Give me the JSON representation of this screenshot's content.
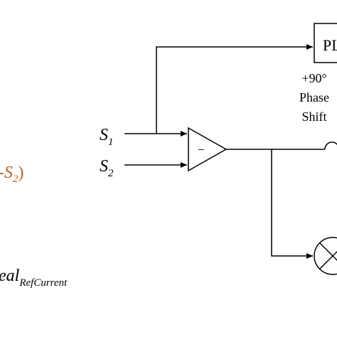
{
  "left_text": {
    "expr_tail": "-S",
    "expr_sub": "2",
    "expr_close": ")",
    "ideal_main": "eal",
    "ideal_sub": "RefCurrent"
  },
  "inputs": {
    "s1_main": "S",
    "s1_sub": "1",
    "s2_main": "S",
    "s2_sub": "2"
  },
  "blocks": {
    "comparator_sign": "−",
    "pll_label": "PL",
    "phase_shift_line1": "+90°",
    "phase_shift_line2": "Phase",
    "phase_shift_line3": "Shift"
  },
  "colors": {
    "line": "#000000",
    "accent_text": "#b5651d"
  }
}
